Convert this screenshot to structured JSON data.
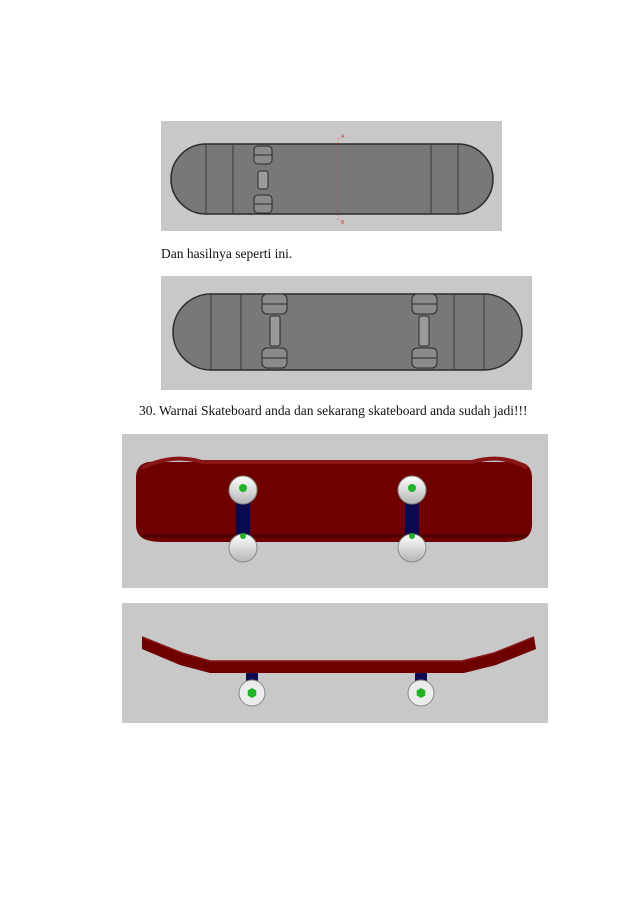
{
  "figure1": {
    "marker_a": "A",
    "marker_b": "B"
  },
  "caption1": "Dan hasilnya  seperti ini.",
  "step30": {
    "number": "30.",
    "text": "Warnai Skateboard anda dan sekarang skateboard anda sudah jadi!!!"
  },
  "colors": {
    "deck_gray": "#787878",
    "deck_outline": "#2a2a2a",
    "background_gray": "#c8c8c8",
    "deck_maroon": "#6e0000",
    "truck_navy": "#0a0a50",
    "wheel_white": "#eeeeee",
    "wheel_hub_green": "#22b22a"
  }
}
